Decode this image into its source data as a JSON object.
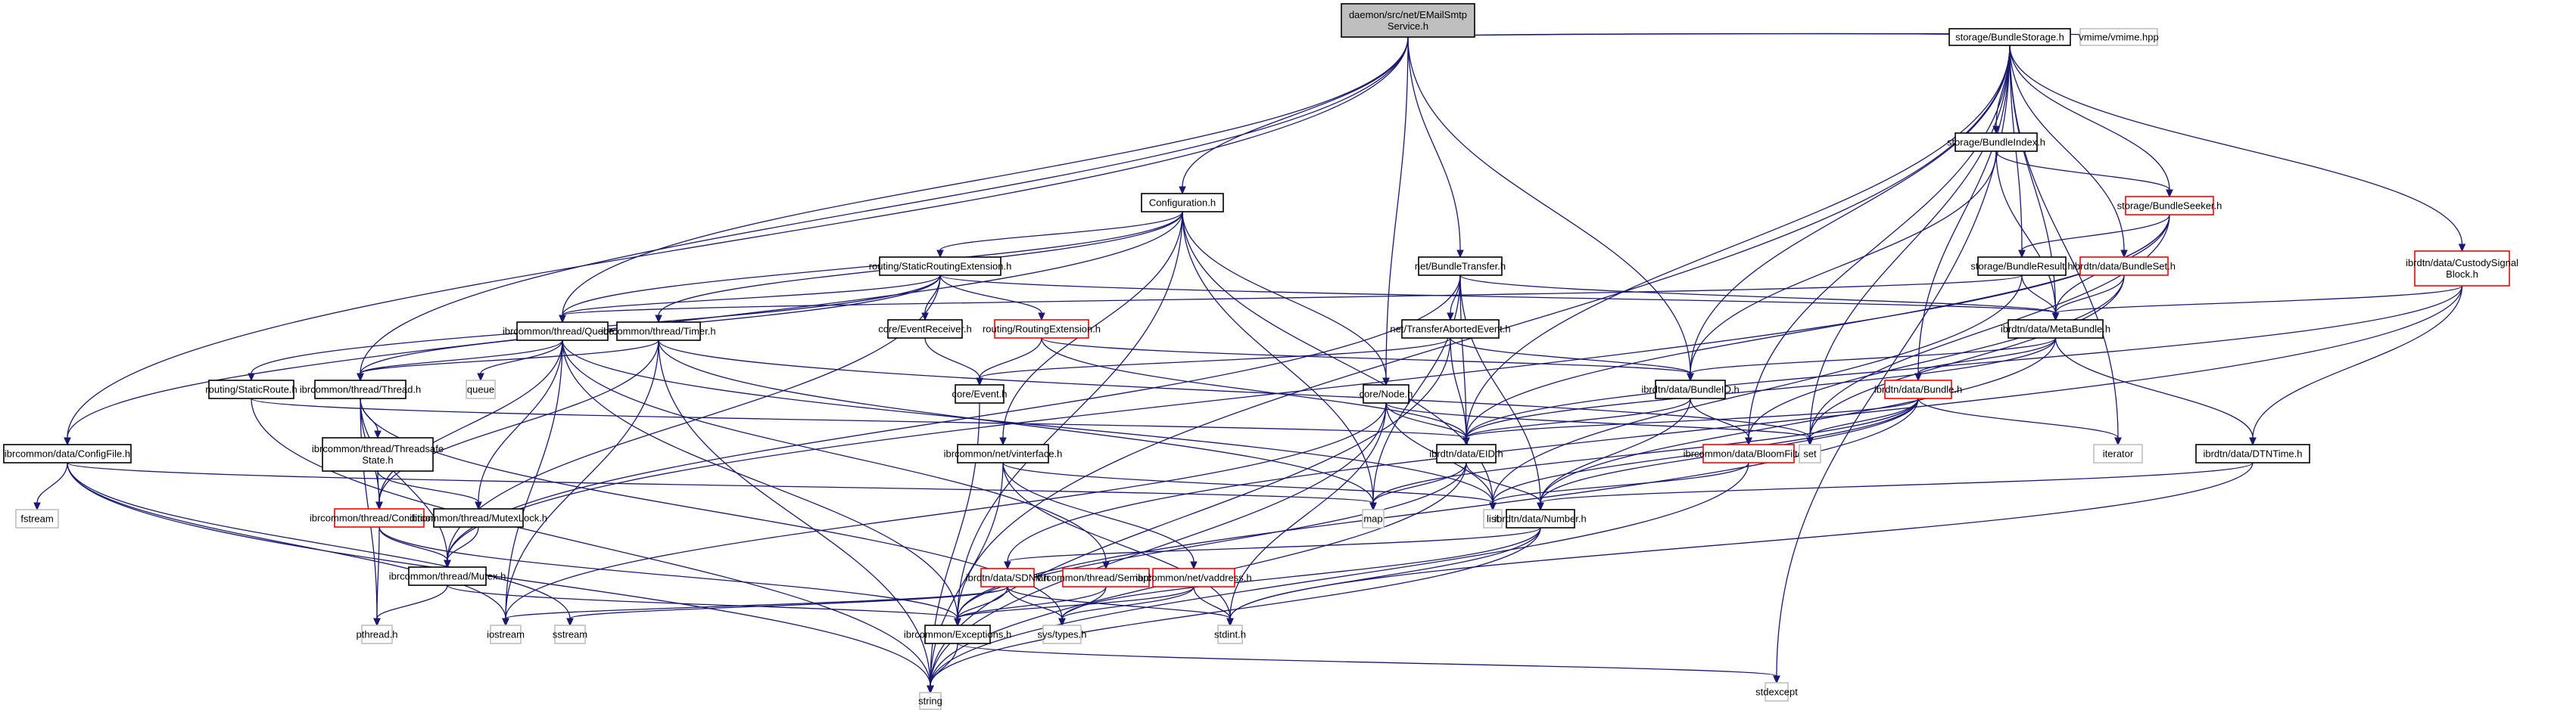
{
  "title": "daemon/src/net/EMailSmtpService.h include dependency graph",
  "colors": {
    "edge": "#191970",
    "root_fill": "#bfbfbf",
    "root_border": "#000000",
    "documented_border": "#000000",
    "truncated_border": "#ff0000",
    "external_border": "#bfbfbf",
    "node_fill": "#ffffff"
  },
  "nodes": [
    {
      "id": "root",
      "label": [
        "daemon/src/net/EMailSmtp",
        "Service.h"
      ],
      "kind": "root"
    },
    {
      "id": "BundleStorage",
      "label": [
        "storage/BundleStorage.h"
      ],
      "kind": "doc"
    },
    {
      "id": "vmime",
      "label": [
        "vmime/vmime.hpp"
      ],
      "kind": "ext"
    },
    {
      "id": "Configuration",
      "label": [
        "Configuration.h"
      ],
      "kind": "doc"
    },
    {
      "id": "BundleTransfer",
      "label": [
        "net/BundleTransfer.h"
      ],
      "kind": "doc"
    },
    {
      "id": "BundleIndex",
      "label": [
        "storage/BundleIndex.h"
      ],
      "kind": "doc"
    },
    {
      "id": "BundleSeeker",
      "label": [
        "storage/BundleSeeker.h"
      ],
      "kind": "trunc"
    },
    {
      "id": "BundleSet",
      "label": [
        "ibrdtn/data/BundleSet.h"
      ],
      "kind": "trunc"
    },
    {
      "id": "BundleResult",
      "label": [
        "storage/BundleResult.h"
      ],
      "kind": "doc"
    },
    {
      "id": "CustodySignalBlock",
      "label": [
        "ibrdtn/data/CustodySignal",
        "Block.h"
      ],
      "kind": "trunc"
    },
    {
      "id": "StaticRoutingExtension",
      "label": [
        "routing/StaticRoutingExtension.h"
      ],
      "kind": "doc"
    },
    {
      "id": "Queue",
      "label": [
        "ibrcommon/thread/Queue.h"
      ],
      "kind": "doc"
    },
    {
      "id": "Timer",
      "label": [
        "ibrcommon/thread/Timer.h"
      ],
      "kind": "doc"
    },
    {
      "id": "EventReceiver",
      "label": [
        "core/EventReceiver.h"
      ],
      "kind": "doc"
    },
    {
      "id": "RoutingExtension",
      "label": [
        "routing/RoutingExtension.h"
      ],
      "kind": "trunc"
    },
    {
      "id": "TransferAbortedEvent",
      "label": [
        "net/TransferAbortedEvent.h"
      ],
      "kind": "doc"
    },
    {
      "id": "MetaBundle",
      "label": [
        "ibrdtn/data/MetaBundle.h"
      ],
      "kind": "doc"
    },
    {
      "id": "StaticRoute",
      "label": [
        "routing/StaticRoute.h"
      ],
      "kind": "doc"
    },
    {
      "id": "Thread",
      "label": [
        "ibrcommon/thread/Thread.h"
      ],
      "kind": "doc"
    },
    {
      "id": "queue",
      "label": [
        "queue"
      ],
      "kind": "ext"
    },
    {
      "id": "Event",
      "label": [
        "core/Event.h"
      ],
      "kind": "doc"
    },
    {
      "id": "Node",
      "label": [
        "core/Node.h"
      ],
      "kind": "doc"
    },
    {
      "id": "BundleID",
      "label": [
        "ibrdtn/data/BundleID.h"
      ],
      "kind": "doc"
    },
    {
      "id": "Bundle",
      "label": [
        "ibrdtn/data/Bundle.h"
      ],
      "kind": "trunc"
    },
    {
      "id": "ConfigFile",
      "label": [
        "ibrcommon/data/ConfigFile.h"
      ],
      "kind": "doc"
    },
    {
      "id": "ThreadsafeState",
      "label": [
        "ibrcommon/thread/Threadsafe",
        "State.h"
      ],
      "kind": "doc"
    },
    {
      "id": "vinterface",
      "label": [
        "ibrcommon/net/vinterface.h"
      ],
      "kind": "doc"
    },
    {
      "id": "EID",
      "label": [
        "ibrdtn/data/EID.h"
      ],
      "kind": "doc"
    },
    {
      "id": "BloomFilter",
      "label": [
        "ibrcommon/data/BloomFilter.h"
      ],
      "kind": "trunc"
    },
    {
      "id": "set",
      "label": [
        "set"
      ],
      "kind": "ext"
    },
    {
      "id": "iterator",
      "label": [
        "iterator"
      ],
      "kind": "ext"
    },
    {
      "id": "DTNTime",
      "label": [
        "ibrdtn/data/DTNTime.h"
      ],
      "kind": "doc"
    },
    {
      "id": "fstream",
      "label": [
        "fstream"
      ],
      "kind": "ext"
    },
    {
      "id": "Conditional",
      "label": [
        "ibrcommon/thread/Conditional.h"
      ],
      "kind": "trunc"
    },
    {
      "id": "MutexLock",
      "label": [
        "ibrcommon/thread/MutexLock.h"
      ],
      "kind": "doc"
    },
    {
      "id": "map",
      "label": [
        "map"
      ],
      "kind": "ext"
    },
    {
      "id": "list",
      "label": [
        "list"
      ],
      "kind": "ext"
    },
    {
      "id": "Number",
      "label": [
        "ibrdtn/data/Number.h"
      ],
      "kind": "doc"
    },
    {
      "id": "Mutex",
      "label": [
        "ibrcommon/thread/Mutex.h"
      ],
      "kind": "doc"
    },
    {
      "id": "SDNV",
      "label": [
        "ibrdtn/data/SDNV.h"
      ],
      "kind": "trunc"
    },
    {
      "id": "Semaphore",
      "label": [
        "ibrcommon/thread/Semaphore.h"
      ],
      "kind": "trunc"
    },
    {
      "id": "vaddress",
      "label": [
        "ibrcommon/net/vaddress.h"
      ],
      "kind": "trunc"
    },
    {
      "id": "pthread",
      "label": [
        "pthread.h"
      ],
      "kind": "ext"
    },
    {
      "id": "iostream",
      "label": [
        "iostream"
      ],
      "kind": "ext"
    },
    {
      "id": "sstream",
      "label": [
        "sstream"
      ],
      "kind": "ext"
    },
    {
      "id": "Exceptions",
      "label": [
        "ibrcommon/Exceptions.h"
      ],
      "kind": "doc"
    },
    {
      "id": "systypes",
      "label": [
        "sys/types.h"
      ],
      "kind": "ext"
    },
    {
      "id": "stdint",
      "label": [
        "stdint.h"
      ],
      "kind": "ext"
    },
    {
      "id": "string",
      "label": [
        "string"
      ],
      "kind": "ext"
    },
    {
      "id": "stdexcept",
      "label": [
        "stdexcept"
      ],
      "kind": "ext"
    }
  ],
  "edges": [
    [
      "root",
      "BundleStorage"
    ],
    [
      "root",
      "vmime"
    ],
    [
      "root",
      "Configuration"
    ],
    [
      "root",
      "BundleTransfer"
    ],
    [
      "root",
      "Queue"
    ],
    [
      "root",
      "Thread"
    ],
    [
      "root",
      "ConfigFile"
    ],
    [
      "root",
      "Node"
    ],
    [
      "root",
      "BundleID"
    ],
    [
      "BundleStorage",
      "BundleIndex"
    ],
    [
      "BundleStorage",
      "BundleSeeker"
    ],
    [
      "BundleStorage",
      "BundleSet"
    ],
    [
      "BundleStorage",
      "BundleResult"
    ],
    [
      "BundleStorage",
      "CustodySignalBlock"
    ],
    [
      "BundleStorage",
      "MetaBundle"
    ],
    [
      "BundleStorage",
      "BundleID"
    ],
    [
      "BundleStorage",
      "Bundle"
    ],
    [
      "BundleStorage",
      "EID"
    ],
    [
      "BundleStorage",
      "iterator"
    ],
    [
      "BundleStorage",
      "BloomFilter"
    ],
    [
      "BundleStorage",
      "Exceptions"
    ],
    [
      "BundleStorage",
      "set"
    ],
    [
      "BundleStorage",
      "stdexcept"
    ],
    [
      "BundleIndex",
      "BundleSeeker"
    ],
    [
      "BundleIndex",
      "MetaBundle"
    ],
    [
      "BundleIndex",
      "BundleID"
    ],
    [
      "BundleSeeker",
      "BundleResult"
    ],
    [
      "BundleSeeker",
      "MetaBundle"
    ],
    [
      "BundleSeeker",
      "set"
    ],
    [
      "BundleSeeker",
      "EID"
    ],
    [
      "BundleSeeker",
      "Mutex"
    ],
    [
      "BundleResult",
      "MetaBundle"
    ],
    [
      "BundleResult",
      "Queue"
    ],
    [
      "BundleResult",
      "list"
    ],
    [
      "BundleSet",
      "MetaBundle"
    ],
    [
      "BundleSet",
      "BloomFilter"
    ],
    [
      "BundleSet",
      "set"
    ],
    [
      "CustodySignalBlock",
      "MetaBundle"
    ],
    [
      "CustodySignalBlock",
      "DTNTime"
    ],
    [
      "CustodySignalBlock",
      "EID"
    ],
    [
      "CustodySignalBlock",
      "SDNV"
    ],
    [
      "Configuration",
      "StaticRoutingExtension"
    ],
    [
      "Configuration",
      "Timer"
    ],
    [
      "Configuration",
      "ConfigFile"
    ],
    [
      "Configuration",
      "Node"
    ],
    [
      "Configuration",
      "vinterface"
    ],
    [
      "Configuration",
      "map"
    ],
    [
      "Configuration",
      "list"
    ],
    [
      "Configuration",
      "Exceptions"
    ],
    [
      "Configuration",
      "Queue"
    ],
    [
      "StaticRoutingExtension",
      "EventReceiver"
    ],
    [
      "StaticRoutingExtension",
      "RoutingExtension"
    ],
    [
      "StaticRoutingExtension",
      "StaticRoute"
    ],
    [
      "StaticRoutingExtension",
      "Queue"
    ],
    [
      "StaticRoutingExtension",
      "MetaBundle"
    ],
    [
      "StaticRoutingExtension",
      "Mutex"
    ],
    [
      "StaticRoutingExtension",
      "Thread"
    ],
    [
      "BundleTransfer",
      "TransferAbortedEvent"
    ],
    [
      "BundleTransfer",
      "MetaBundle"
    ],
    [
      "BundleTransfer",
      "EID"
    ],
    [
      "BundleTransfer",
      "Number"
    ],
    [
      "BundleTransfer",
      "Mutex"
    ],
    [
      "BundleTransfer",
      "map"
    ],
    [
      "TransferAbortedEvent",
      "Event"
    ],
    [
      "TransferAbortedEvent",
      "BundleID"
    ],
    [
      "TransferAbortedEvent",
      "EID"
    ],
    [
      "TransferAbortedEvent",
      "string"
    ],
    [
      "EventReceiver",
      "Event"
    ],
    [
      "RoutingExtension",
      "Event"
    ],
    [
      "RoutingExtension",
      "BundleID"
    ],
    [
      "RoutingExtension",
      "EID"
    ],
    [
      "Event",
      "string"
    ],
    [
      "Queue",
      "Thread"
    ],
    [
      "Queue",
      "queue"
    ],
    [
      "Queue",
      "Conditional"
    ],
    [
      "Queue",
      "MutexLock"
    ],
    [
      "Queue",
      "Exceptions"
    ],
    [
      "Queue",
      "iostream"
    ],
    [
      "Queue",
      "Semaphore"
    ],
    [
      "Queue",
      "list"
    ],
    [
      "Timer",
      "Thread"
    ],
    [
      "Timer",
      "Conditional"
    ],
    [
      "Timer",
      "iostream"
    ],
    [
      "Timer",
      "string"
    ],
    [
      "Timer",
      "set"
    ],
    [
      "Timer",
      "map"
    ],
    [
      "Thread",
      "ThreadsafeState"
    ],
    [
      "Thread",
      "Conditional"
    ],
    [
      "Thread",
      "Mutex"
    ],
    [
      "Thread",
      "pthread"
    ],
    [
      "Thread",
      "systypes"
    ],
    [
      "ThreadsafeState",
      "Conditional"
    ],
    [
      "ThreadsafeState",
      "MutexLock"
    ],
    [
      "Conditional",
      "Mutex"
    ],
    [
      "Conditional",
      "pthread"
    ],
    [
      "Conditional",
      "Exceptions"
    ],
    [
      "MutexLock",
      "Mutex"
    ],
    [
      "Mutex",
      "pthread"
    ],
    [
      "Mutex",
      "Exceptions"
    ],
    [
      "StaticRoute",
      "EID"
    ],
    [
      "StaticRoute",
      "string"
    ],
    [
      "ConfigFile",
      "fstream"
    ],
    [
      "ConfigFile",
      "map"
    ],
    [
      "ConfigFile",
      "string"
    ],
    [
      "ConfigFile",
      "iostream"
    ],
    [
      "ConfigFile",
      "sstream"
    ],
    [
      "Node",
      "EID"
    ],
    [
      "Node",
      "set"
    ],
    [
      "Node",
      "list"
    ],
    [
      "Node",
      "string"
    ],
    [
      "Node",
      "iostream"
    ],
    [
      "Node",
      "stdint"
    ],
    [
      "vinterface",
      "vaddress"
    ],
    [
      "vinterface",
      "list"
    ],
    [
      "vinterface",
      "string"
    ],
    [
      "vinterface",
      "stdint"
    ],
    [
      "vaddress",
      "Exceptions"
    ],
    [
      "vaddress",
      "stdint"
    ],
    [
      "vaddress",
      "systypes"
    ],
    [
      "MetaBundle",
      "BundleID"
    ],
    [
      "MetaBundle",
      "Bundle"
    ],
    [
      "MetaBundle",
      "EID"
    ],
    [
      "MetaBundle",
      "DTNTime"
    ],
    [
      "MetaBundle",
      "Number"
    ],
    [
      "BundleID",
      "EID"
    ],
    [
      "BundleID",
      "BloomFilter"
    ],
    [
      "BundleID",
      "Number"
    ],
    [
      "Bundle",
      "EID"
    ],
    [
      "Bundle",
      "set"
    ],
    [
      "Bundle",
      "list"
    ],
    [
      "Bundle",
      "iterator"
    ],
    [
      "Bundle",
      "map"
    ],
    [
      "Bundle",
      "Number"
    ],
    [
      "Bundle",
      "Exceptions"
    ],
    [
      "EID",
      "map"
    ],
    [
      "EID",
      "Number"
    ],
    [
      "EID",
      "Exceptions"
    ],
    [
      "EID",
      "string"
    ],
    [
      "BloomFilter",
      "list"
    ],
    [
      "BloomFilter",
      "string"
    ],
    [
      "DTNTime",
      "Number"
    ],
    [
      "DTNTime",
      "stdint"
    ],
    [
      "Number",
      "SDNV"
    ],
    [
      "Number",
      "string"
    ],
    [
      "Number",
      "stdint"
    ],
    [
      "Number",
      "systypes"
    ],
    [
      "SDNV",
      "Exceptions"
    ],
    [
      "SDNV",
      "iostream"
    ],
    [
      "SDNV",
      "sstream"
    ],
    [
      "SDNV",
      "systypes"
    ],
    [
      "SDNV",
      "stdint"
    ],
    [
      "Semaphore",
      "systypes"
    ],
    [
      "Semaphore",
      "Exceptions"
    ],
    [
      "Exceptions",
      "string"
    ],
    [
      "Exceptions",
      "stdexcept"
    ]
  ]
}
